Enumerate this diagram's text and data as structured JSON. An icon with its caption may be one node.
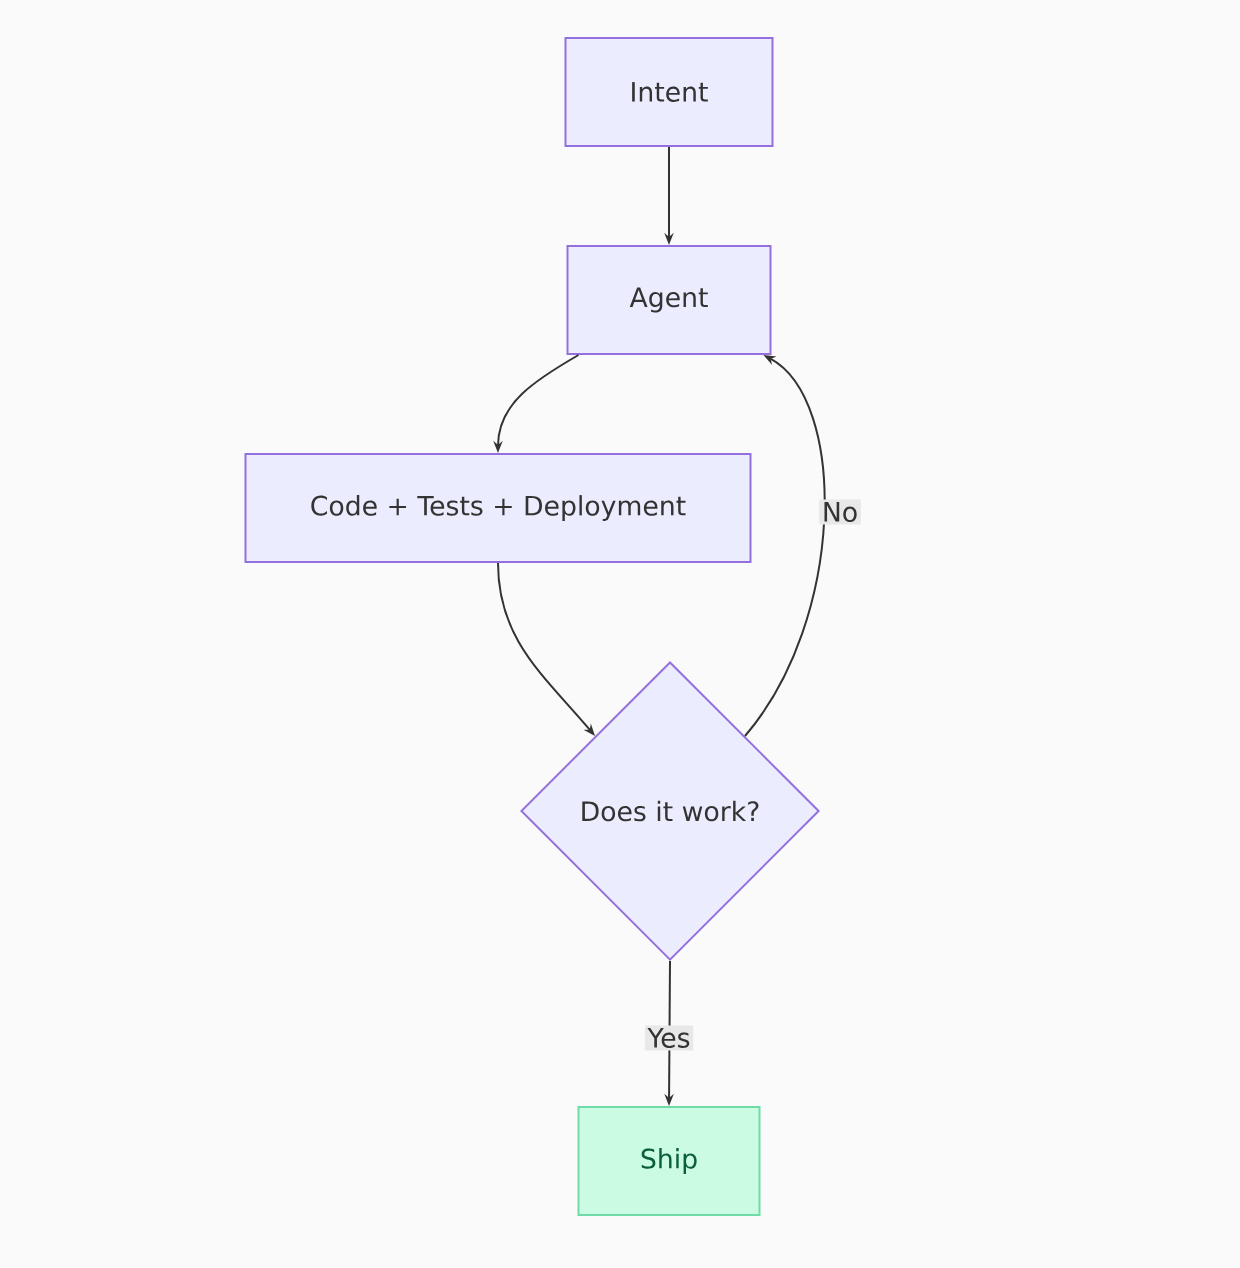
{
  "diagram": {
    "nodes": [
      {
        "text": [
          "Intent"
        ]
      },
      {
        "text": [
          "Agent"
        ]
      },
      {
        "text": [
          "Code + Tests + Deployment"
        ]
      },
      {
        "text": [
          "Does it work?"
        ]
      },
      {
        "text": [
          "Ship"
        ]
      }
    ],
    "edges": [
      {
        "from": 0,
        "to": 1,
        "arrow": "to"
      },
      {
        "from": 1,
        "to": 2,
        "arrow": "to"
      },
      {
        "from": 2,
        "to": 3,
        "arrow": "to"
      },
      {
        "from": 3,
        "to": 1,
        "arrow": "to",
        "label": "No"
      },
      {
        "from": 3,
        "to": 4,
        "arrow": "to",
        "label": "Yes"
      }
    ]
  }
}
